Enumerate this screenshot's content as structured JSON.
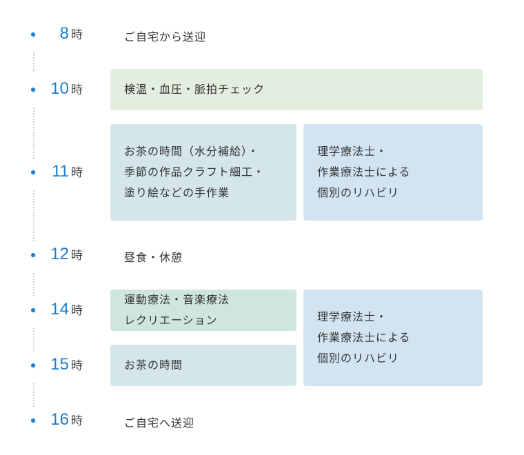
{
  "times": [
    {
      "num": "8",
      "unit": "時"
    },
    {
      "num": "10",
      "unit": "時"
    },
    {
      "num": "11",
      "unit": "時"
    },
    {
      "num": "12",
      "unit": "時"
    },
    {
      "num": "14",
      "unit": "時"
    },
    {
      "num": "15",
      "unit": "時"
    },
    {
      "num": "16",
      "unit": "時"
    }
  ],
  "activities": {
    "pickup": "ご自宅から送迎",
    "check": "検温・血圧・脈拍チェック",
    "tea_crafts": "お茶の時間（水分補給）・\n季節の作品クラフト細工・\n塗り絵などの手作業",
    "rehab_am": "理学療法士・\n作業療法士による\n個別のリハビリ",
    "lunch": "昼食・休憩",
    "exercise": "運動療法・音楽療法\nレクリエーション",
    "tea": "お茶の時間",
    "rehab_pm": "理学療法士・\n作業療法士による\n個別のリハビリ",
    "dropoff": "ご自宅へ送迎"
  },
  "colors": {
    "accent": "#1a7fcf",
    "green": "#e3eee0",
    "teal": "#d4e6ea",
    "blue": "#d2e4f2",
    "mint": "#cfe6e0"
  }
}
